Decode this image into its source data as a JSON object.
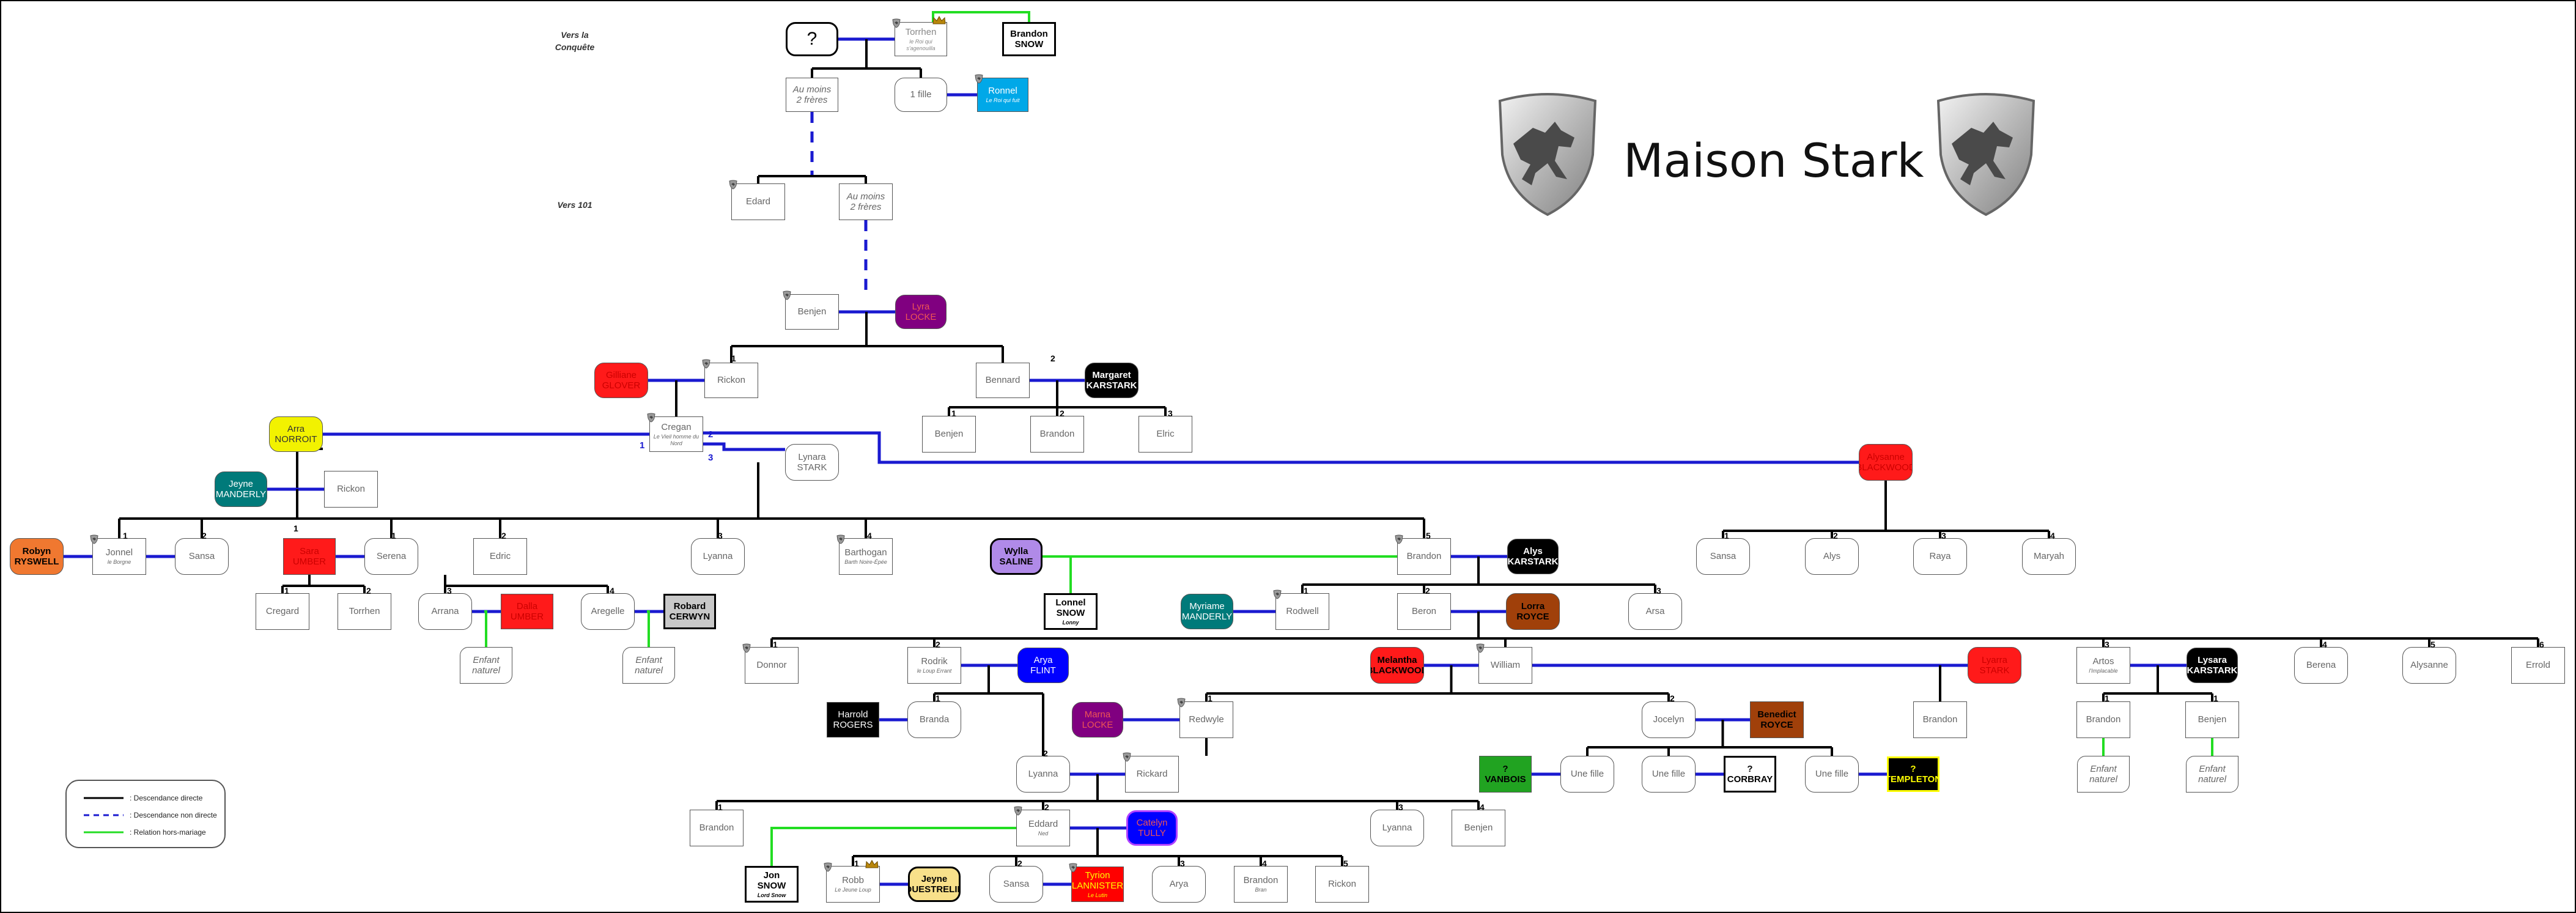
{
  "title": "Maison Stark",
  "eras": [
    {
      "id": "conquete",
      "text": "Vers la\nConquête"
    },
    {
      "id": "101",
      "text": "Vers 101"
    }
  ],
  "legend": [
    {
      "label": ": Descendance directe",
      "style": "direct",
      "color": "#000000"
    },
    {
      "label": ": Descendance non directe",
      "style": "indirect",
      "color": "#1a1ad0"
    },
    {
      "label": ": Relation hors-mariage",
      "style": "bastard",
      "color": "#22dd22"
    }
  ],
  "colors": {
    "direct": "#000000",
    "marriage": "#1a1ad0",
    "bastard": "#22dd22"
  },
  "nodes": [
    {
      "id": "q",
      "name": "?"
    },
    {
      "id": "torrhen",
      "name": "Torrhen",
      "sub": "le Roi qui s'agenouilla"
    },
    {
      "id": "brandon_snow",
      "name": "Brandon\nSNOW"
    },
    {
      "id": "au_moins_1",
      "name": "Au moins\n2 frères"
    },
    {
      "id": "une_fille_1",
      "name": "1 fille"
    },
    {
      "id": "ronnel",
      "name": "Ronnel",
      "sub": "Le Roi qui fuit"
    },
    {
      "id": "edard",
      "name": "Edard"
    },
    {
      "id": "au_moins_2",
      "name": "Au moins\n2 frères"
    },
    {
      "id": "benjen_a",
      "name": "Benjen"
    },
    {
      "id": "lyra_locke",
      "name": "Lyra\nLOCKE"
    },
    {
      "id": "gilliane",
      "name": "Gilliane\nGLOVER"
    },
    {
      "id": "rickon_a",
      "name": "Rickon"
    },
    {
      "id": "bennard",
      "name": "Bennard"
    },
    {
      "id": "margaret",
      "name": "Margaret\nKARSTARK"
    },
    {
      "id": "benjen_b",
      "name": "Benjen"
    },
    {
      "id": "brandon_b",
      "name": "Brandon"
    },
    {
      "id": "elric",
      "name": "Elric"
    },
    {
      "id": "arra",
      "name": "Arra\nNORROIT"
    },
    {
      "id": "cregan",
      "name": "Cregan",
      "sub": "Le Vieil homme du Nord"
    },
    {
      "id": "lynara",
      "name": "Lynara\nSTARK"
    },
    {
      "id": "alysanne_b",
      "name": "Alysanne\nBLACKWOOD"
    },
    {
      "id": "jeyne_m",
      "name": "Jeyne\nMANDERLY"
    },
    {
      "id": "rickon_b",
      "name": "Rickon"
    },
    {
      "id": "robyn",
      "name": "Robyn\nRYSWELL"
    },
    {
      "id": "jonnel",
      "name": "Jonnel",
      "sub": "le Borgne"
    },
    {
      "id": "sansa_a",
      "name": "Sansa"
    },
    {
      "id": "sara_umber",
      "name": "Sara\nUMBER"
    },
    {
      "id": "serena",
      "name": "Serena"
    },
    {
      "id": "edric",
      "name": "Edric"
    },
    {
      "id": "lyanna_a",
      "name": "Lyanna"
    },
    {
      "id": "barthogan",
      "name": "Barthogan",
      "sub": "Barth Noire-Épée"
    },
    {
      "id": "brandon_c",
      "name": "Brandon"
    },
    {
      "id": "alys_k",
      "name": "Alys\nKARSTARK"
    },
    {
      "id": "sansa_b",
      "name": "Sansa"
    },
    {
      "id": "alys_b",
      "name": "Alys"
    },
    {
      "id": "raya",
      "name": "Raya"
    },
    {
      "id": "maryah",
      "name": "Maryah"
    },
    {
      "id": "cregard",
      "name": "Cregard"
    },
    {
      "id": "torrhen_b",
      "name": "Torrhen"
    },
    {
      "id": "arrana",
      "name": "Arrana"
    },
    {
      "id": "dalla_umber",
      "name": "Dalla\nUMBER"
    },
    {
      "id": "arsa",
      "name": "Arsa"
    },
    {
      "id": "aregelle",
      "name": "Aregelle"
    },
    {
      "id": "robard",
      "name": "Robard\nCERWYN"
    },
    {
      "id": "enfant_1",
      "name": "Enfant\nnaturel"
    },
    {
      "id": "enfant_2",
      "name": "Enfant\nnaturel"
    },
    {
      "id": "wylla",
      "name": "Wylla\nSALINE"
    },
    {
      "id": "lonnel",
      "name": "Lonnel\nSNOW",
      "sub": "Lonny"
    },
    {
      "id": "myriame",
      "name": "Myriame\nMANDERLY"
    },
    {
      "id": "rodwell",
      "name": "Rodwell"
    },
    {
      "id": "beron",
      "name": "Beron"
    },
    {
      "id": "lorra",
      "name": "Lorra\nROYCE"
    },
    {
      "id": "donnor",
      "name": "Donnor"
    },
    {
      "id": "rodrik",
      "name": "Rodrik",
      "sub": "le Loup Errant"
    },
    {
      "id": "arya_flint",
      "name": "Arya\nFLINT"
    },
    {
      "id": "melantha",
      "name": "Melantha\nBLACKWOOD"
    },
    {
      "id": "william",
      "name": "William"
    },
    {
      "id": "lyarra",
      "name": "Lyarra\nSTARK"
    },
    {
      "id": "artos",
      "name": "Artos",
      "sub": "l'Implacable"
    },
    {
      "id": "lysara",
      "name": "Lysara\nKARSTARK"
    },
    {
      "id": "berena",
      "name": "Berena"
    },
    {
      "id": "alysanne",
      "name": "Alysanne"
    },
    {
      "id": "errold",
      "name": "Errold"
    },
    {
      "id": "harrold",
      "name": "Harrold\nROGERS"
    },
    {
      "id": "branda",
      "name": "Branda"
    },
    {
      "id": "marna",
      "name": "Marna\nLOCKE"
    },
    {
      "id": "redwyle",
      "name": "Redwyle"
    },
    {
      "id": "jocelyn",
      "name": "Jocelyn"
    },
    {
      "id": "benedict",
      "name": "Benedict\nROYCE"
    },
    {
      "id": "brandon_d",
      "name": "Brandon"
    },
    {
      "id": "brandon_e",
      "name": "Brandon"
    },
    {
      "id": "benjen_c",
      "name": "Benjen"
    },
    {
      "id": "lyanna_b",
      "name": "Lyanna"
    },
    {
      "id": "rickard",
      "name": "Rickard"
    },
    {
      "id": "vanbois",
      "name": "?\nVANBOIS"
    },
    {
      "id": "une_fille_2",
      "name": "Une fille"
    },
    {
      "id": "une_fille_3",
      "name": "Une fille"
    },
    {
      "id": "corbray",
      "name": "?\nCORBRAY"
    },
    {
      "id": "une_fille_4",
      "name": "Une fille"
    },
    {
      "id": "templeton",
      "name": "?\nTEMPLETON"
    },
    {
      "id": "enfant_3",
      "name": "Enfant\nnaturel"
    },
    {
      "id": "enfant_4",
      "name": "Enfant\nnaturel"
    },
    {
      "id": "brandon_f",
      "name": "Brandon"
    },
    {
      "id": "eddard",
      "name": "Eddard",
      "sub": "Ned"
    },
    {
      "id": "catelyn",
      "name": "Catelyn\nTULLY"
    },
    {
      "id": "lyanna_c",
      "name": "Lyanna"
    },
    {
      "id": "benjen_d",
      "name": "Benjen"
    },
    {
      "id": "jon",
      "name": "Jon\nSNOW",
      "sub": "Lord Snow"
    },
    {
      "id": "robb",
      "name": "Robb",
      "sub": "Le Jeune Loup"
    },
    {
      "id": "jeyne_w",
      "name": "Jeyne\nOUESTRELIN"
    },
    {
      "id": "sansa_c",
      "name": "Sansa"
    },
    {
      "id": "tyrion",
      "name": "Tyrion\nLANNISTER",
      "sub": "Le Lutin"
    },
    {
      "id": "arya",
      "name": "Arya"
    },
    {
      "id": "bran",
      "name": "Brandon",
      "sub": "Bran"
    },
    {
      "id": "rickon_c",
      "name": "Rickon"
    }
  ],
  "numbers": [
    {
      "id": "n1",
      "text": "1"
    },
    {
      "id": "n2",
      "text": "2"
    },
    {
      "id": "n3",
      "text": "1"
    },
    {
      "id": "n4",
      "text": "2"
    },
    {
      "id": "n5",
      "text": "3"
    },
    {
      "id": "n6",
      "text": "1"
    },
    {
      "id": "n7",
      "text": "2"
    },
    {
      "id": "n8",
      "text": "3"
    },
    {
      "id": "n9",
      "text": "1"
    },
    {
      "id": "n10",
      "text": "1"
    },
    {
      "id": "n11",
      "text": "2"
    },
    {
      "id": "n12",
      "text": "1"
    },
    {
      "id": "n13",
      "text": "2"
    },
    {
      "id": "n14",
      "text": "3"
    },
    {
      "id": "n15",
      "text": "4"
    },
    {
      "id": "n16",
      "text": "5"
    },
    {
      "id": "n17",
      "text": "1"
    },
    {
      "id": "n18",
      "text": "2"
    },
    {
      "id": "n19",
      "text": "3"
    },
    {
      "id": "n20",
      "text": "4"
    },
    {
      "id": "n21",
      "text": "1"
    },
    {
      "id": "n22",
      "text": "2"
    },
    {
      "id": "n23",
      "text": "3"
    },
    {
      "id": "n24",
      "text": "4"
    },
    {
      "id": "n25",
      "text": "1"
    },
    {
      "id": "n26",
      "text": "2"
    },
    {
      "id": "n27",
      "text": "3"
    },
    {
      "id": "n28",
      "text": "1"
    },
    {
      "id": "n29",
      "text": "2"
    },
    {
      "id": "n30",
      "text": "3"
    },
    {
      "id": "n31",
      "text": "4"
    },
    {
      "id": "n32",
      "text": "5"
    },
    {
      "id": "n33",
      "text": "6"
    },
    {
      "id": "n34",
      "text": "1"
    },
    {
      "id": "n35",
      "text": "2"
    },
    {
      "id": "n36",
      "text": "1"
    },
    {
      "id": "n37",
      "text": "2"
    },
    {
      "id": "n38",
      "text": "1"
    },
    {
      "id": "n39",
      "text": "1"
    },
    {
      "id": "n40",
      "text": "1"
    },
    {
      "id": "n41",
      "text": "2"
    },
    {
      "id": "n42",
      "text": "3"
    },
    {
      "id": "n43",
      "text": "4"
    },
    {
      "id": "n44",
      "text": "1"
    },
    {
      "id": "n45",
      "text": "2"
    },
    {
      "id": "n46",
      "text": "3"
    },
    {
      "id": "n47",
      "text": "4"
    },
    {
      "id": "n48",
      "text": "5"
    }
  ]
}
